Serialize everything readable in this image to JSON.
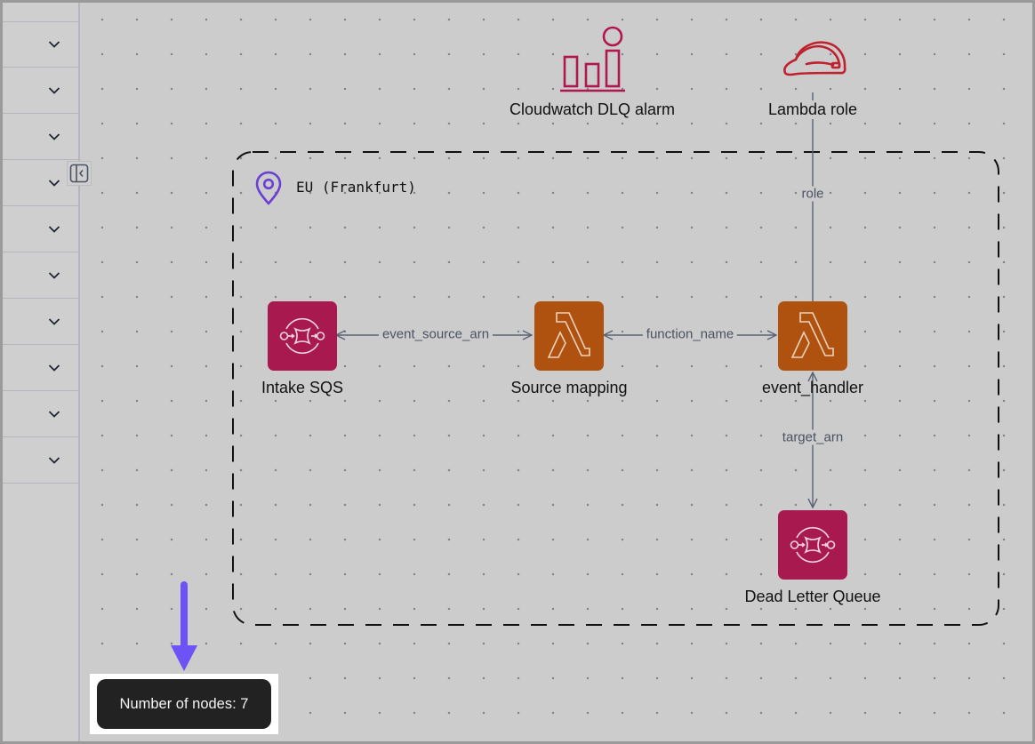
{
  "sidebar": {
    "rows": [
      {
        "icon": "chevron-down-icon"
      },
      {
        "icon": "chevron-down-icon"
      },
      {
        "icon": "chevron-down-icon"
      },
      {
        "icon": "chevron-down-icon"
      },
      {
        "icon": "chevron-down-icon"
      },
      {
        "icon": "chevron-down-icon"
      },
      {
        "icon": "chevron-down-icon"
      },
      {
        "icon": "chevron-down-icon"
      },
      {
        "icon": "chevron-down-icon"
      },
      {
        "icon": "chevron-down-icon"
      }
    ],
    "collapse_icon": "sidebar-collapse-icon"
  },
  "diagram": {
    "region": {
      "label": "EU (Frankfurt)",
      "icon": "location-pin-icon"
    },
    "nodes": [
      {
        "id": "cloudwatch",
        "label": "Cloudwatch DLQ alarm",
        "icon": "cloudwatch-alarm-icon",
        "color": "#b0174f"
      },
      {
        "id": "lambda_role",
        "label": "Lambda role",
        "icon": "iam-role-helmet-icon",
        "color": "#c0212e"
      },
      {
        "id": "intake_sqs",
        "label": "Intake SQS",
        "icon": "sqs-queue-icon",
        "color": "#a81950"
      },
      {
        "id": "source_mapping",
        "label": "Source mapping",
        "icon": "lambda-icon",
        "color": "#b0520f"
      },
      {
        "id": "event_handler",
        "label": "event_handler",
        "icon": "lambda-icon",
        "color": "#b0520f"
      },
      {
        "id": "dlq",
        "label": "Dead Letter Queue",
        "icon": "sqs-queue-icon",
        "color": "#a81950"
      }
    ],
    "edges": [
      {
        "from": "source_mapping",
        "to": "intake_sqs",
        "label": "event_source_arn"
      },
      {
        "from": "source_mapping",
        "to": "event_handler",
        "label": "function_name"
      },
      {
        "from": "event_handler",
        "to": "lambda_role",
        "label": "role"
      },
      {
        "from": "event_handler",
        "to": "dlq",
        "label": "target_arn"
      }
    ],
    "colors": {
      "edge": "#5a6272",
      "region_border": "#111111",
      "region_icon": "#6a3fd4",
      "pointer_arrow": "#6d52f5"
    }
  },
  "status": {
    "node_count_label": "Number of nodes: 7"
  }
}
